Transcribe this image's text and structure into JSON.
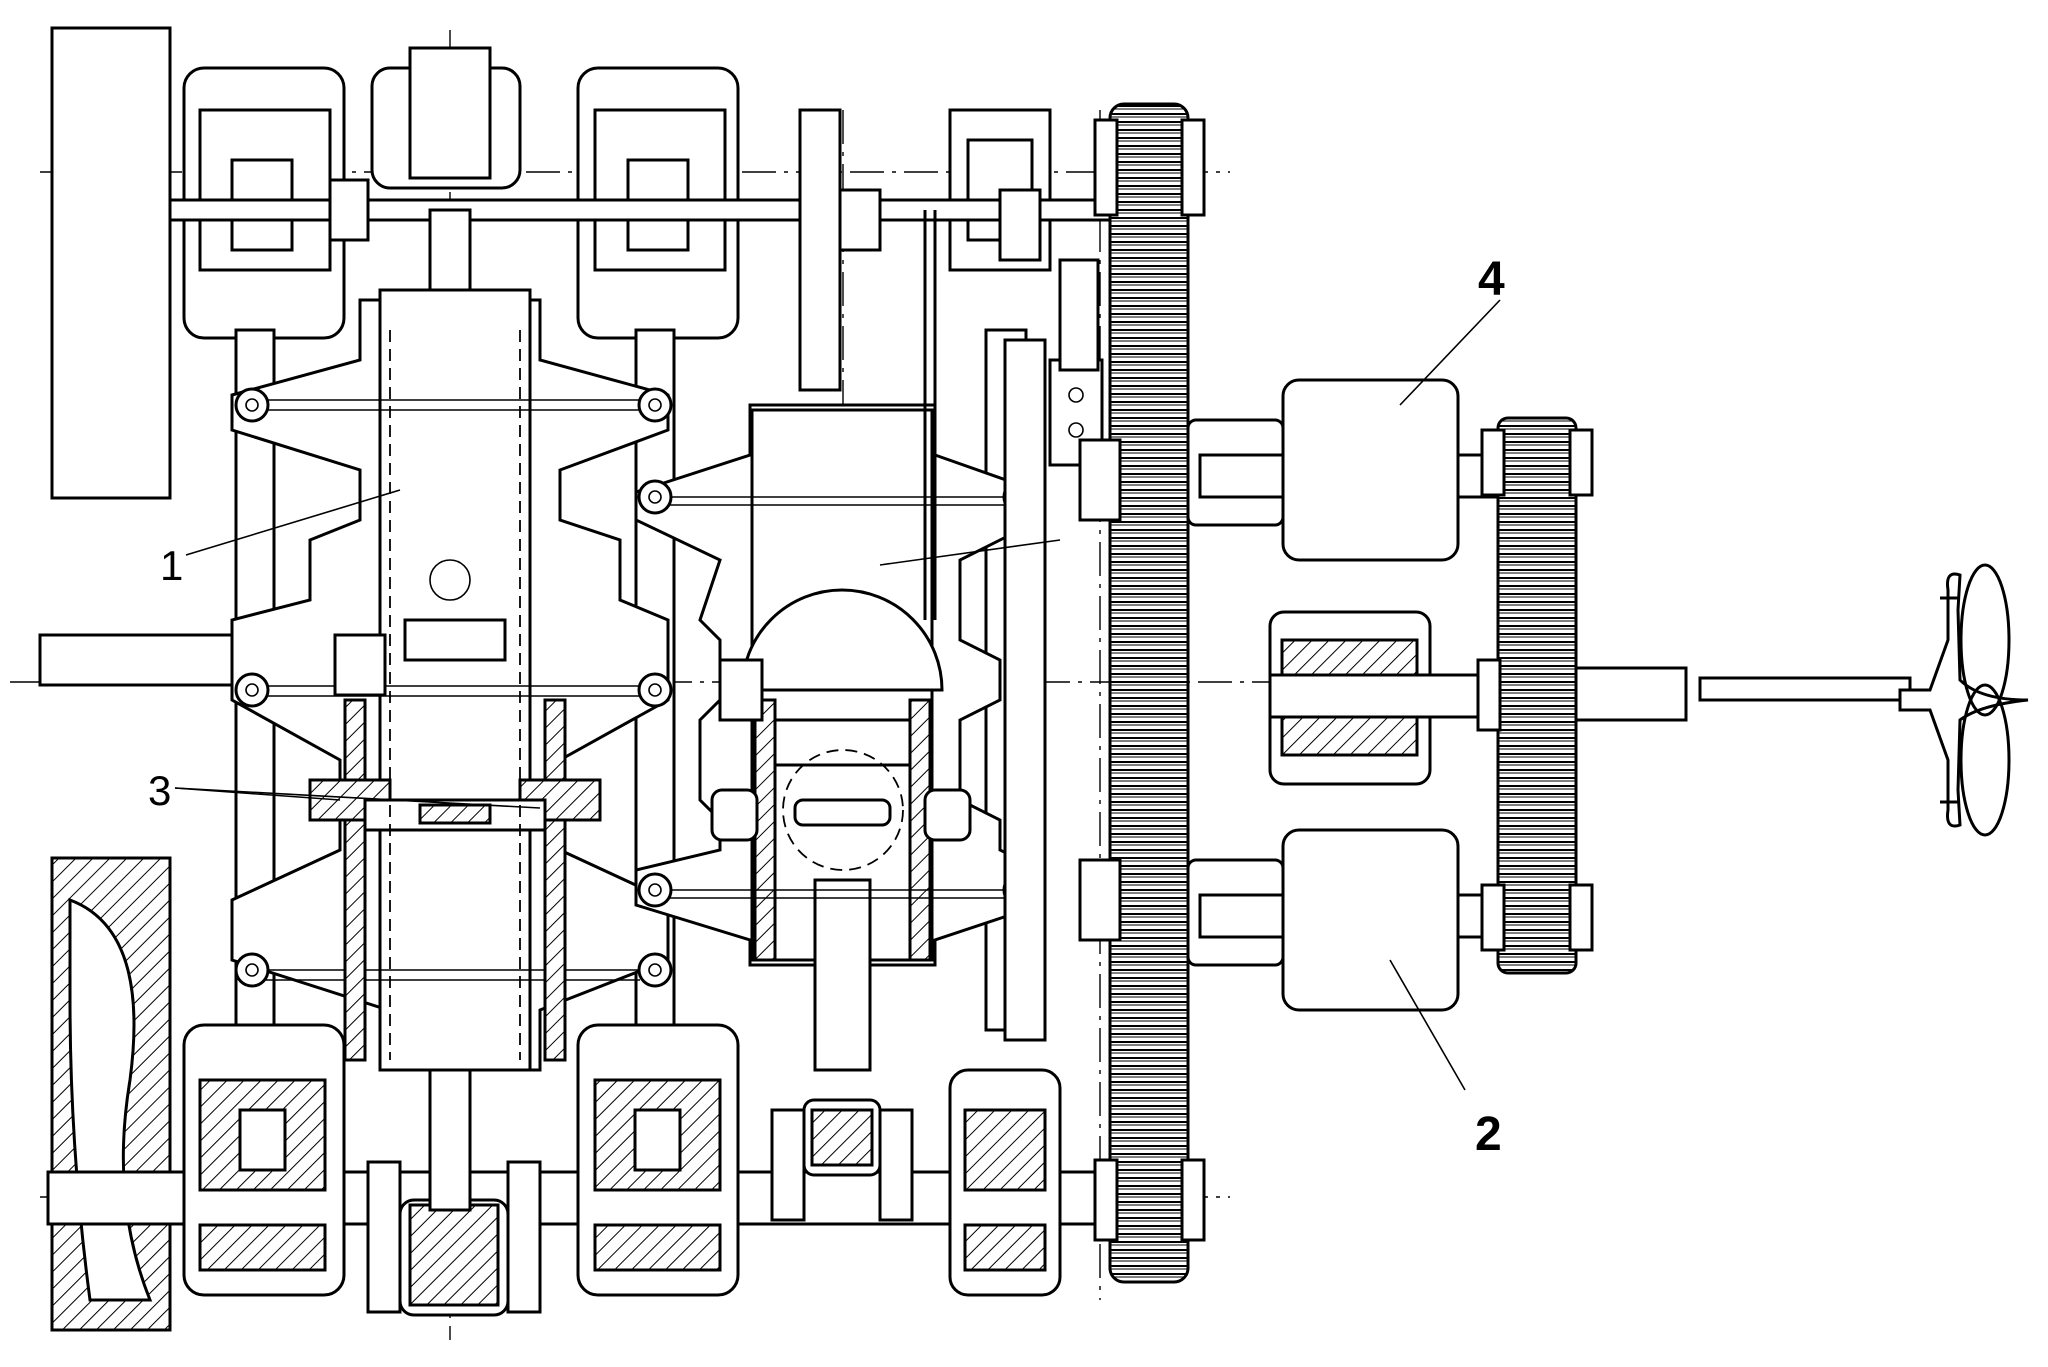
{
  "diagram": {
    "labels": [
      {
        "id": "label-1",
        "text": "1"
      },
      {
        "id": "label-2",
        "text": "2"
      },
      {
        "id": "label-3",
        "text": "3"
      },
      {
        "id": "label-4",
        "text": "4"
      }
    ],
    "colors": {
      "ink": "#000000",
      "paper": "#ffffff"
    },
    "icons": [
      "propeller-icon"
    ]
  }
}
